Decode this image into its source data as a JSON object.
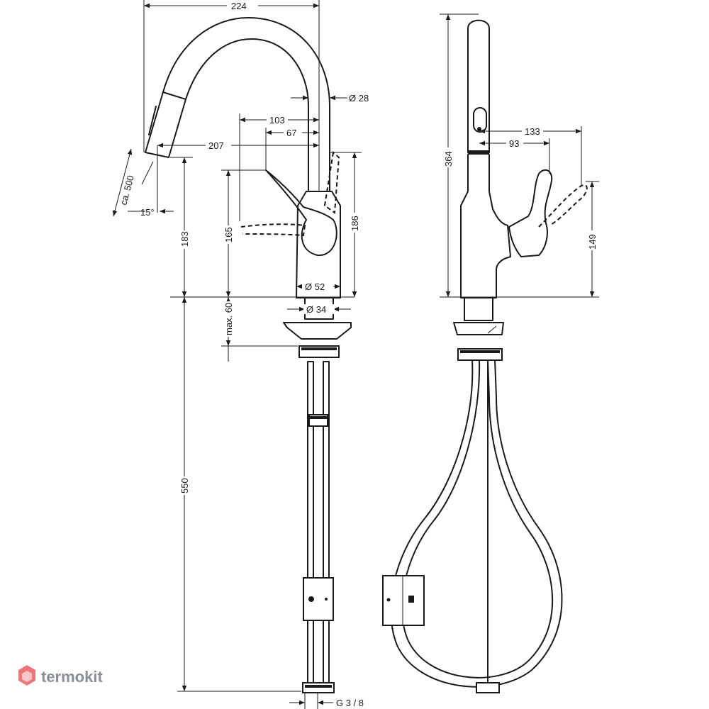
{
  "dimensions": {
    "width_224": "224",
    "diam_28": "Ø 28",
    "d_103": "103",
    "d_67": "67",
    "d_207": "207",
    "hose": "ca. 500",
    "angle": "15°",
    "h_183": "183",
    "h_165": "165",
    "h_186": "186",
    "diam_52": "Ø 52",
    "diam_34": "Ø 34",
    "max_60": "max. 60",
    "l_550": "550",
    "thread": "G 3 / 8",
    "h_364": "364",
    "d_133": "133",
    "d_93": "93",
    "h_149": "149"
  },
  "watermark": {
    "text": "termokit",
    "color": "#8a8f96",
    "accent": "#e5484d"
  }
}
